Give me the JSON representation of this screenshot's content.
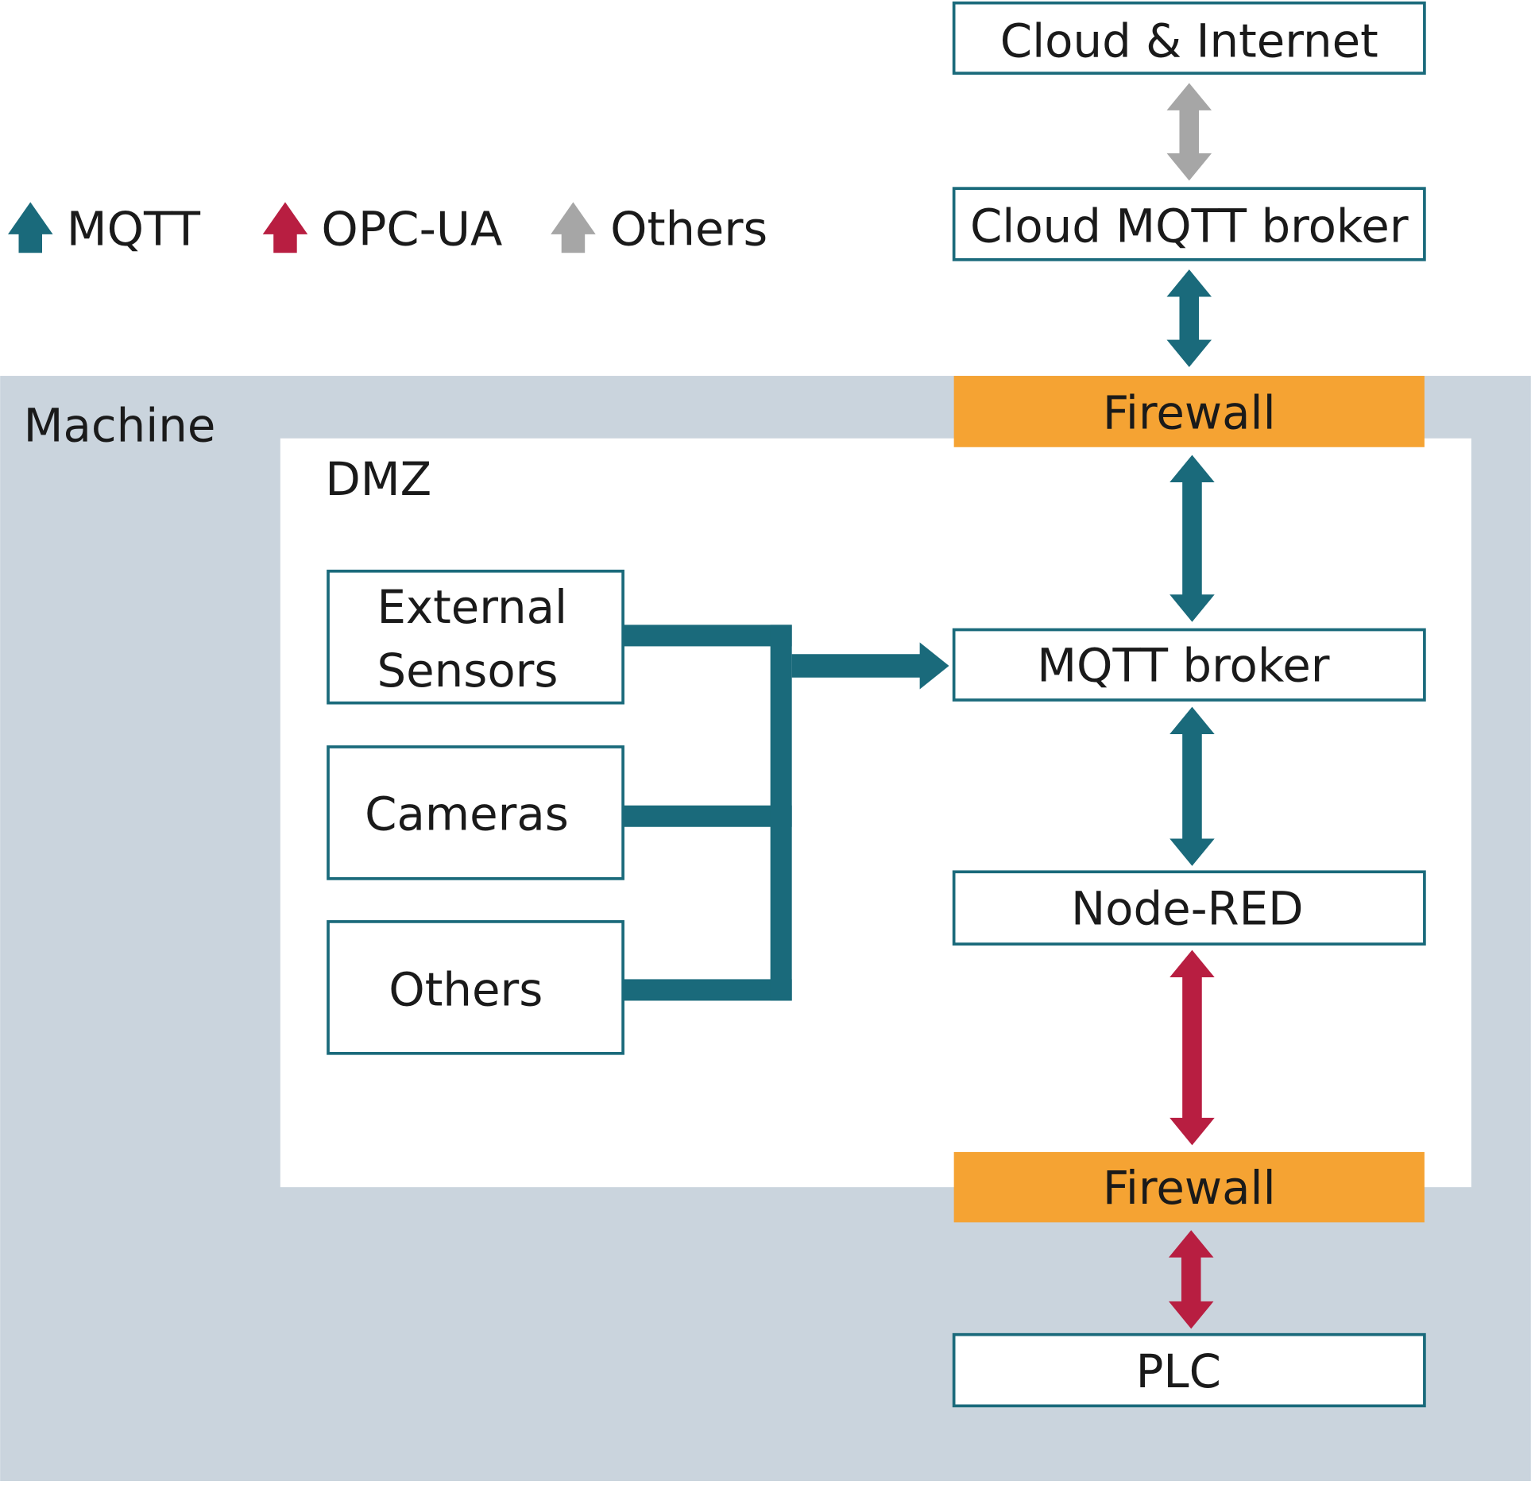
{
  "colors": {
    "mqtt": "#1a6a7b",
    "opcua": "#b81e41",
    "others": "#a6a6a6",
    "firewall": "#f5a333",
    "machine_bg": "#cad4dd",
    "dmz_bg": "#ffffff",
    "box_border": "#1a6a7b",
    "text": "#1a1a1a"
  },
  "legend": [
    {
      "protocol": "mqtt",
      "label": "MQTT",
      "icon": "arrow-up-icon"
    },
    {
      "protocol": "opcua",
      "label": "OPC-UA",
      "icon": "arrow-up-icon"
    },
    {
      "protocol": "others",
      "label": "Others",
      "icon": "arrow-up-icon"
    }
  ],
  "zones": {
    "machine": "Machine",
    "dmz": "DMZ"
  },
  "nodes": {
    "cloud_internet": "Cloud & Internet",
    "cloud_mqtt_broker": "Cloud MQTT broker",
    "firewall_top": "Firewall",
    "mqtt_broker": "MQTT broker",
    "node_red": "Node-RED",
    "firewall_bottom": "Firewall",
    "plc": "PLC",
    "external_sensors": [
      "External",
      "Sensors"
    ],
    "cameras": "Cameras",
    "others_source": "Others"
  },
  "connections": [
    {
      "from": "cloud_internet",
      "to": "cloud_mqtt_broker",
      "protocol": "others",
      "direction": "bidirectional"
    },
    {
      "from": "cloud_mqtt_broker",
      "to": "firewall_top",
      "protocol": "mqtt",
      "direction": "bidirectional"
    },
    {
      "from": "firewall_top",
      "to": "mqtt_broker",
      "protocol": "mqtt",
      "direction": "bidirectional"
    },
    {
      "from": "mqtt_broker",
      "to": "node_red",
      "protocol": "mqtt",
      "direction": "bidirectional"
    },
    {
      "from": "node_red",
      "to": "firewall_bottom",
      "protocol": "opcua",
      "direction": "bidirectional"
    },
    {
      "from": "firewall_bottom",
      "to": "plc",
      "protocol": "opcua",
      "direction": "bidirectional"
    },
    {
      "from": [
        "external_sensors",
        "cameras",
        "others_source"
      ],
      "to": "mqtt_broker",
      "protocol": "mqtt",
      "direction": "unidirectional"
    }
  ]
}
